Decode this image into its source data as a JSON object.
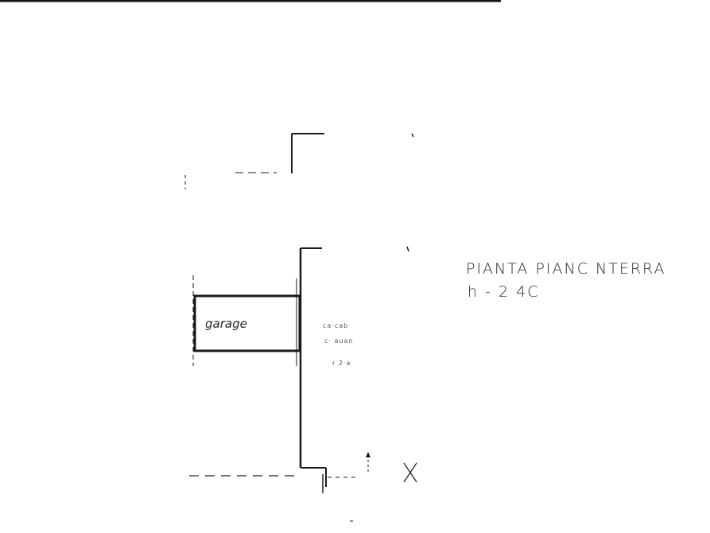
{
  "plan": {
    "title_line1": "PIANTA  PIANC  NTERRA",
    "title_line2": "h - 2 4C",
    "room_garage": "garage",
    "annotation_1": "ca·cab",
    "annotation_2": "c· auan",
    "annotation_3": "r  2·a",
    "line_color": "#1a1a1a"
  }
}
